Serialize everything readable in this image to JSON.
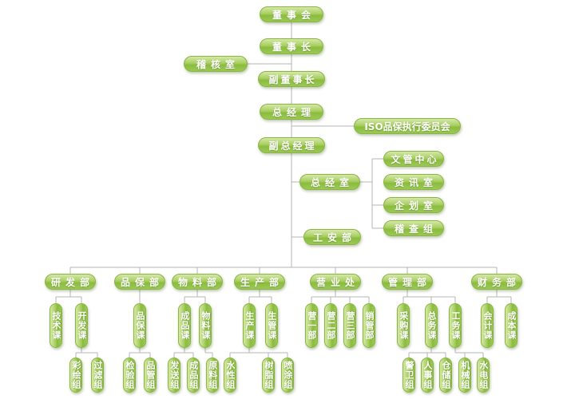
{
  "org": {
    "top": {
      "board": "董事会",
      "chairman": "董事长",
      "audit_office": "稽核室",
      "vice_chairman": "副董事长",
      "general_manager": "总经理",
      "iso_committee": "ISO品保执行委员会",
      "deputy_general_manager": "副总经理",
      "gm_office": "总经室",
      "doc_control_center": "文管中心",
      "it_office": "资讯室",
      "planning_office": "企划室",
      "audit_team": "稽查组",
      "industrial_safety_dept": "工安部"
    },
    "departments": {
      "rd": "研发部",
      "qa": "品保部",
      "materials": "物料部",
      "production": "生产部",
      "sales": "营业处",
      "admin": "管理部",
      "finance": "财务部"
    },
    "sections": {
      "tech": "技术课",
      "dev": "开发课",
      "qa": "品保课",
      "finished_goods": "成品课",
      "materials": "物料课",
      "production": "生产课",
      "production_control": "生管课",
      "sales_1": "营一部",
      "sales_2": "营二部",
      "sales_3": "营三部",
      "sales_admin": "销管部",
      "purchasing": "采购课",
      "general_affairs": "总务课",
      "engineering": "工务课",
      "accounting": "会计课",
      "cost": "成本课"
    },
    "teams": {
      "painting": "彩绘组",
      "filtering": "过滤组",
      "inspection": "检验组",
      "quality_control": "品管组",
      "dispatch": "发送组",
      "finished_goods": "成品组",
      "raw_materials": "原料组",
      "waterborne": "水性组",
      "resin": "树脂组",
      "spray_coating": "喷涂组",
      "security": "警卫组",
      "hr": "人事组",
      "warehouse": "仓储组",
      "machinery": "机械组",
      "utilities": "水电组"
    }
  },
  "colors": {
    "pill_green": "#8abc3e",
    "pill_green_light": "#d6e8a8",
    "connector_gray": "#b5b5b5"
  }
}
